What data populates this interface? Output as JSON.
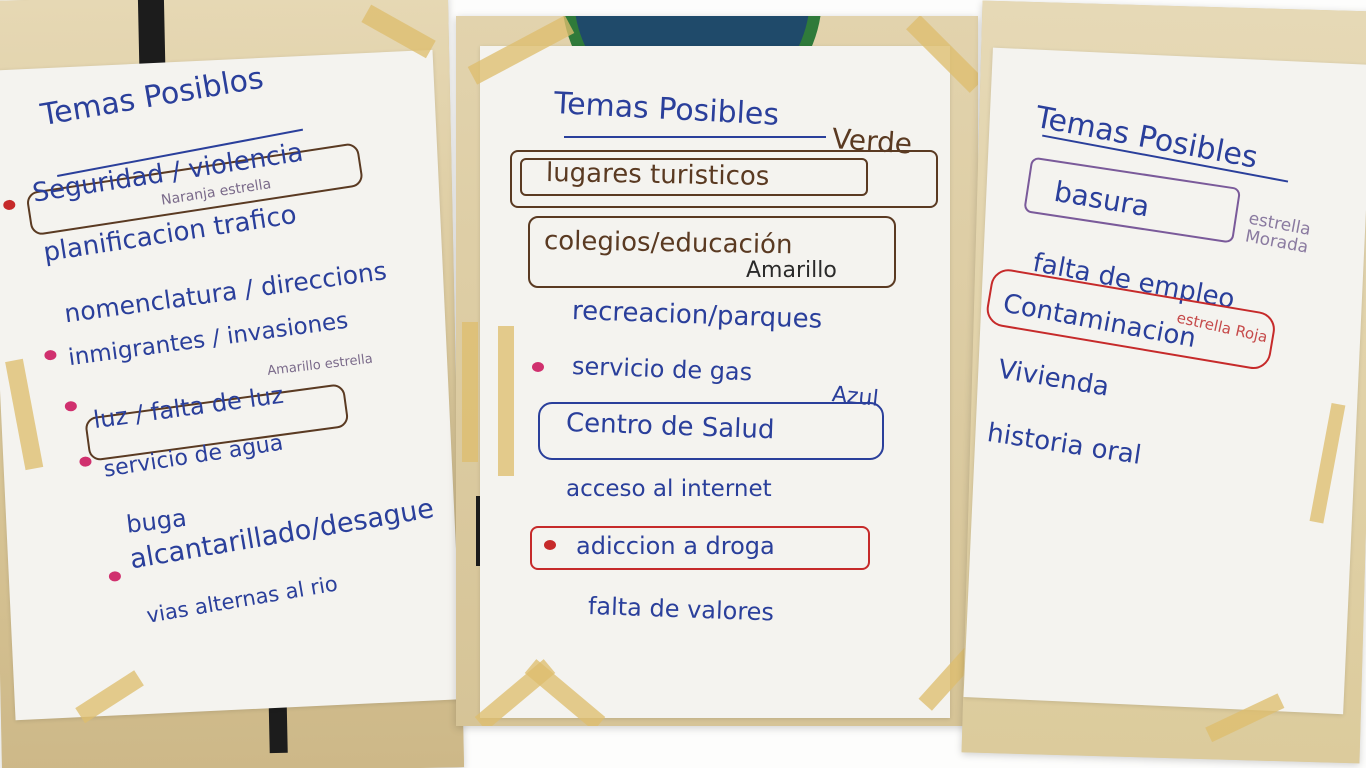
{
  "colors": {
    "blue_marker": "#2a3f9b",
    "brown_marker": "#5a3a22",
    "red_marker": "#c62a2a",
    "purple_marker": "#7a5a9a",
    "pink_marker": "#d0306e",
    "tape": "#dcc07a",
    "paper": "#f4f3ef"
  },
  "sheets": [
    {
      "title": "Temas Posiblos",
      "items": [
        "Seguridad / violencia",
        "planificacion trafico",
        "nomenclatura / direccions",
        "inmigrantes / invasiones",
        "luz / falta de luz",
        "servicio de agua",
        "buga",
        "alcantarillado/desague",
        "vias alternas al rio"
      ],
      "notes": [
        "Naranja estrella",
        "Amarillo estrella"
      ]
    },
    {
      "title": "Temas Posibles",
      "items": [
        "lugares turisticos",
        "colegios/educación",
        "recreacion/parques",
        "servicio de gas",
        "Centro de Salud",
        "acceso al internet",
        "adiccion a droga",
        "falta de valores"
      ],
      "notes": [
        "Verde",
        "Amarillo",
        "Azul"
      ]
    },
    {
      "title": "Temas Posibles",
      "items": [
        "basura",
        "falta de empleo",
        "Contaminacion",
        "Vivienda",
        "historia oral"
      ],
      "notes": [
        "estrella Morada",
        "estrella Roja"
      ]
    }
  ]
}
